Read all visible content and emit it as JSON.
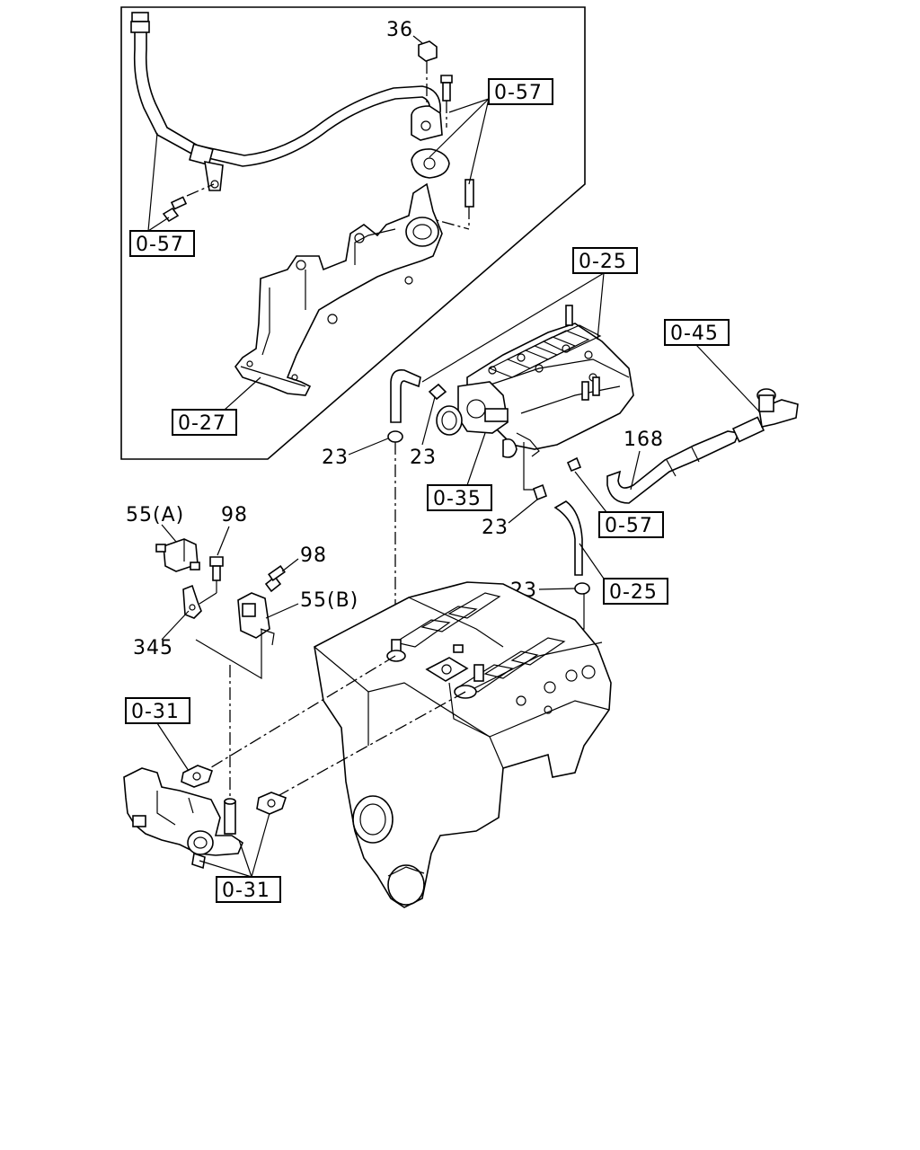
{
  "labels": {
    "n36": "36",
    "b057_top": "0-57",
    "b057_left": "0-57",
    "b027": "0-27",
    "b025_top": "0-25",
    "b045": "0-45",
    "n168": "168",
    "n23_a": "23",
    "n23_b": "23",
    "b035": "0-35",
    "n23_c": "23",
    "b057_mid": "0-57",
    "n23_d": "23",
    "b025_mid": "0-25",
    "n55a": "55(A)",
    "n98_a": "98",
    "n98_b": "98",
    "n55b": "55(B)",
    "n345": "345",
    "b031_top": "0-31",
    "b031_bot": "0-31"
  }
}
